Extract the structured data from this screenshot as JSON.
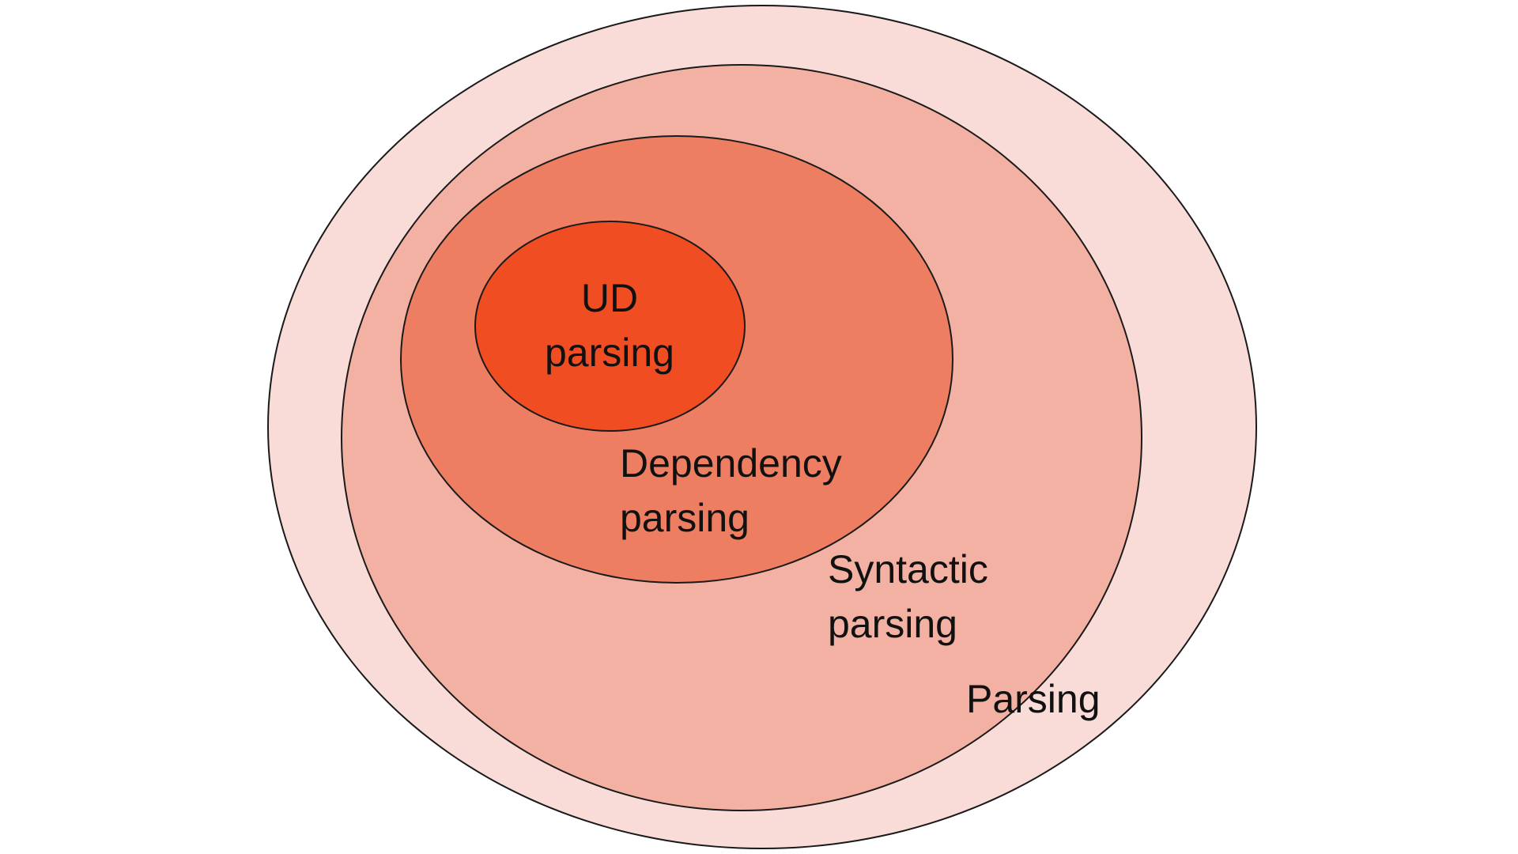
{
  "page": {
    "background": "#ffffff"
  },
  "diagram": {
    "type": "euler-nested-ellipses",
    "stroke_color": "#1a1a1a",
    "text_color": "#111111",
    "sets": [
      {
        "id": "parsing",
        "label": "Parsing",
        "fill": "#f9dcd7"
      },
      {
        "id": "syntactic-parsing",
        "label": "Syntactic\nparsing",
        "fill": "#f2b1a2"
      },
      {
        "id": "dependency-parsing",
        "label": "Dependency\nparsing",
        "fill": "#ee7e61"
      },
      {
        "id": "ud-parsing",
        "label": "UD\nparsing",
        "fill": "#f04e22"
      }
    ]
  }
}
